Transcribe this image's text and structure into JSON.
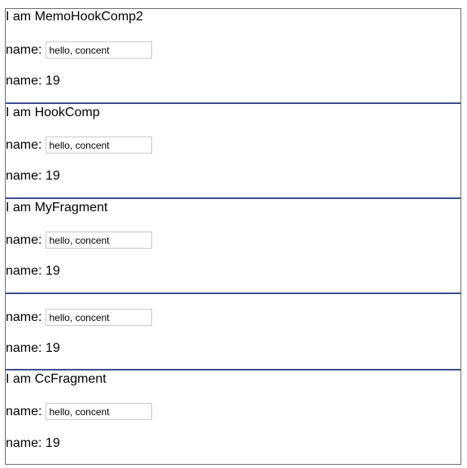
{
  "components": [
    {
      "title": "I am MemoHookComp2",
      "input_label": "name:",
      "input_value": "hello, concent",
      "value_text": "name: 19"
    },
    {
      "title": "I am HookComp",
      "input_label": "name:",
      "input_value": "hello, concent",
      "value_text": "name: 19"
    },
    {
      "title": "I am MyFragment",
      "input_label": "name:",
      "input_value": "hello, concent",
      "value_text": "name: 19"
    },
    {
      "title": "",
      "input_label": "name:",
      "input_value": "hello, concent",
      "value_text": "name: 19"
    },
    {
      "title": "I am CcFragment",
      "input_label": "name:",
      "input_value": "hello, concent",
      "value_text": "name: 19"
    }
  ]
}
